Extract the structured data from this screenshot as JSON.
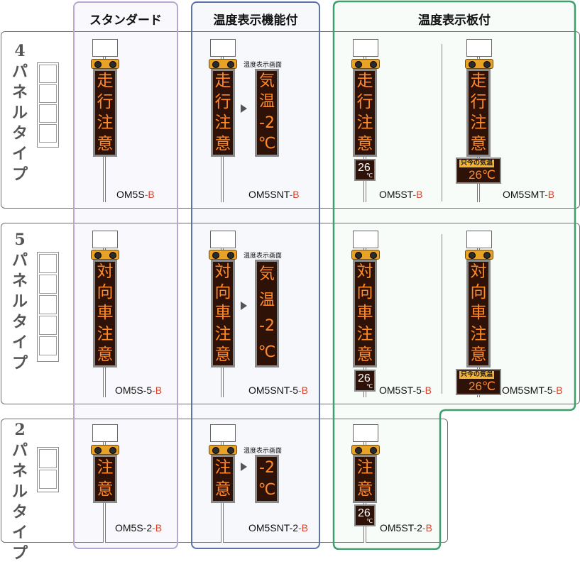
{
  "columns": {
    "standard": "スタンダード",
    "temp_function": "温度表示機能付",
    "temp_board": "温度表示板付"
  },
  "rows": {
    "r4": {
      "num": "4",
      "chars": [
        "パ",
        "ネ",
        "ル",
        "タ",
        "イ",
        "プ"
      ]
    },
    "r5": {
      "num": "5",
      "chars": [
        "パ",
        "ネ",
        "ル",
        "タ",
        "イ",
        "プ"
      ]
    },
    "r2": {
      "num": "2",
      "chars": [
        "パ",
        "ネ",
        "ル",
        "タ",
        "イ",
        "プ"
      ]
    }
  },
  "temp_screen_label": "温度表示画面",
  "boards": {
    "r4": [
      "走",
      "行",
      "注",
      "意"
    ],
    "r5": [
      "対",
      "向",
      "車",
      "注",
      "意"
    ],
    "r2": [
      "注",
      "意"
    ]
  },
  "temp_screens": {
    "r4": [
      "気",
      "温",
      "-2",
      "℃"
    ],
    "r5": [
      "気",
      "温",
      "-2",
      "℃"
    ],
    "r2": [
      "-2",
      "℃"
    ]
  },
  "temp_small": {
    "value": "26",
    "unit": "℃"
  },
  "temp_wide": {
    "label": "只今の気温",
    "value": "26℃"
  },
  "models": {
    "std4": {
      "base": "OM5S",
      "suffix": "-B"
    },
    "snt4": {
      "base": "OM5SNT",
      "suffix": "-B"
    },
    "st4": {
      "base": "OM5ST",
      "suffix": "-B"
    },
    "smt4": {
      "base": "OM5SMT",
      "suffix": "-B"
    },
    "std5": {
      "base": "OM5S-5",
      "suffix": "-B"
    },
    "snt5": {
      "base": "OM5SNT-5",
      "suffix": "-B"
    },
    "st5": {
      "base": "OM5ST-5",
      "suffix": "-B"
    },
    "smt5": {
      "base": "OM5SMT-5",
      "suffix": "-B"
    },
    "std2": {
      "base": "OM5S-2",
      "suffix": "-B"
    },
    "snt2": {
      "base": "OM5SNT-2",
      "suffix": "-B"
    },
    "st2": {
      "base": "OM5ST-2",
      "suffix": "-B"
    }
  },
  "colors": {
    "standard_outline": "#b7a6d6",
    "temp_function_outline": "#5a74a8",
    "temp_board_outline": "#3f9f6b",
    "led_text": "#ff8a2a",
    "board_bg": "#2e1208",
    "suffix_red": "#d9432b"
  }
}
